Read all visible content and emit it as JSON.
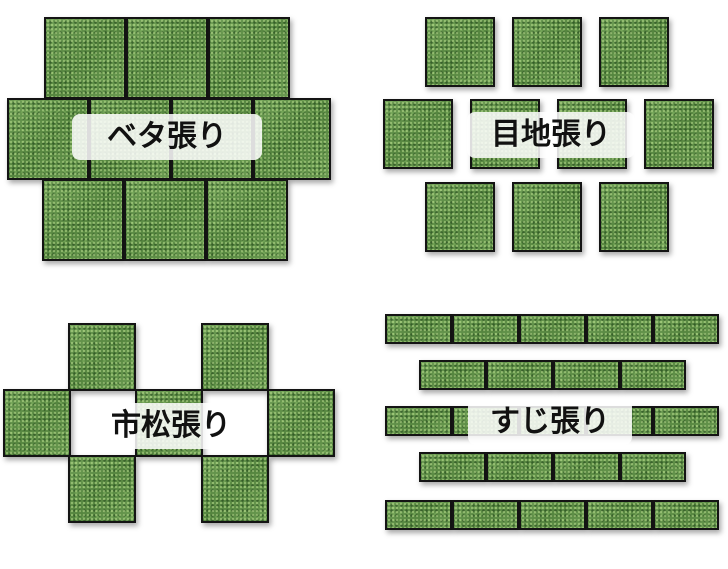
{
  "patterns": [
    {
      "id": "beta",
      "label": "ベタ張り"
    },
    {
      "id": "mejiri",
      "label": "目地張り"
    },
    {
      "id": "ichimatsu",
      "label": "市松張り"
    },
    {
      "id": "suji",
      "label": "すじ張り"
    }
  ],
  "colors": {
    "grass": "#5f8f4a",
    "border": "#141414",
    "label_bg": "#ffffff"
  },
  "icons": {
    "tile": "grass-tile"
  }
}
